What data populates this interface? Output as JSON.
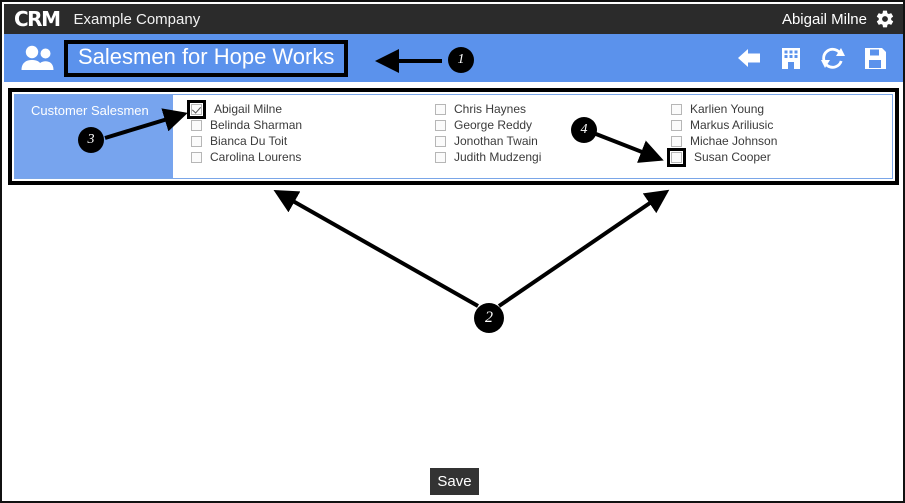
{
  "header": {
    "logo_text": "CRM",
    "company_name": "Example Company",
    "user_name": "Abigail Milne",
    "gear_icon": "gear-icon"
  },
  "toolbar": {
    "people_icon": "people-icon",
    "page_title": "Salesmen for Hope Works",
    "icons": [
      {
        "name": "back-arrow-icon"
      },
      {
        "name": "building-icon"
      },
      {
        "name": "refresh-icon"
      },
      {
        "name": "save-disk-icon"
      }
    ]
  },
  "salesmen_panel": {
    "label": "Customer Salesmen",
    "columns": [
      {
        "items": [
          {
            "label": "Abigail Milne",
            "checked": true,
            "highlighted": true
          },
          {
            "label": "Belinda Sharman",
            "checked": false,
            "highlighted": false
          },
          {
            "label": "Bianca Du Toit",
            "checked": false,
            "highlighted": false
          },
          {
            "label": "Carolina Lourens",
            "checked": false,
            "highlighted": false
          }
        ]
      },
      {
        "items": [
          {
            "label": "Chris Haynes",
            "checked": false,
            "highlighted": false
          },
          {
            "label": "George Reddy",
            "checked": false,
            "highlighted": false
          },
          {
            "label": "Jonothan Twain",
            "checked": false,
            "highlighted": false
          },
          {
            "label": "Judith Mudzengi",
            "checked": false,
            "highlighted": false
          }
        ]
      },
      {
        "items": [
          {
            "label": "Karlien Young",
            "checked": false,
            "highlighted": false
          },
          {
            "label": "Markus Ariliusic",
            "checked": false,
            "highlighted": false
          },
          {
            "label": "Michae Johnson",
            "checked": false,
            "highlighted": false
          },
          {
            "label": "Susan Cooper",
            "checked": false,
            "highlighted": true
          }
        ]
      }
    ]
  },
  "footer": {
    "save_label": "Save"
  },
  "annotations": [
    {
      "number": "1"
    },
    {
      "number": "2"
    },
    {
      "number": "3"
    },
    {
      "number": "4"
    }
  ],
  "colors": {
    "header_bg": "#2b2b2b",
    "toolbar_blue": "#5b92ec",
    "panel_label_blue": "#77a4ee",
    "save_button_bg": "#333333",
    "annotation_black": "#000000"
  }
}
